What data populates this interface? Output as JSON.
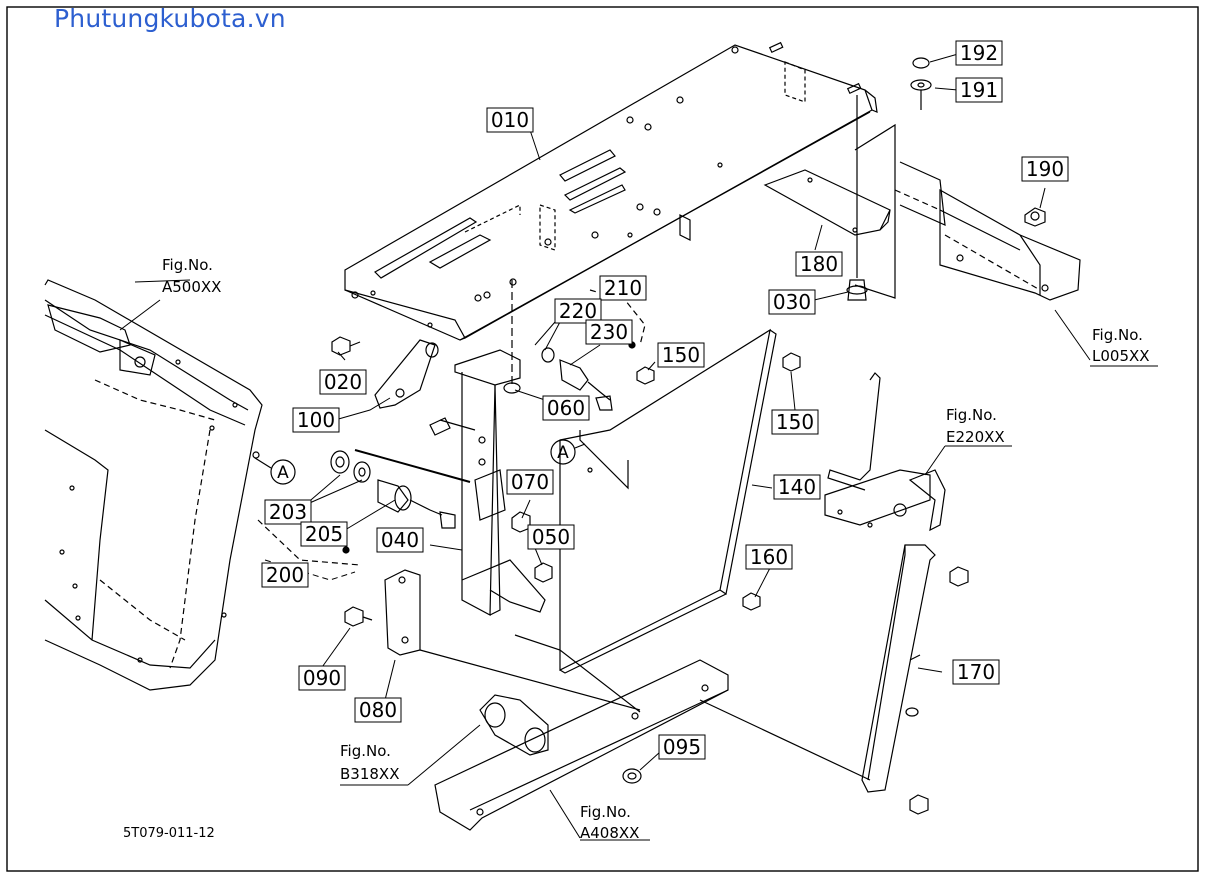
{
  "header": {
    "site_title": "Phutungkubota.vn"
  },
  "parts": {
    "p010": "010",
    "p020": "020",
    "p030": "030",
    "p040": "040",
    "p050": "050",
    "p060": "060",
    "p070": "070",
    "p080": "080",
    "p090": "090",
    "p095": "095",
    "p100": "100",
    "p140": "140",
    "p150a": "150",
    "p150b": "150",
    "p160": "160",
    "p170": "170",
    "p180": "180",
    "p190": "190",
    "p191": "191",
    "p192": "192",
    "p200": "200",
    "p203": "203",
    "p205": "205",
    "p210": "210",
    "p220": "220",
    "p230": "230"
  },
  "figures": {
    "a500": {
      "label": "Fig.No.",
      "code": "A500XX"
    },
    "l005": {
      "label": "Fig.No.",
      "code": "L005XX"
    },
    "e220": {
      "label": "Fig.No.",
      "code": "E220XX"
    },
    "b318": {
      "label": "Fig.No.",
      "code": "B318XX"
    },
    "a408": {
      "label": "Fig.No.",
      "code": "A408XX"
    }
  },
  "markers": {
    "a1": "A",
    "a2": "A"
  },
  "footer": {
    "drawing_code": "5T079-011-12"
  },
  "colors": {
    "title": "#2d5fd0",
    "line": "#000000",
    "background": "#ffffff"
  }
}
